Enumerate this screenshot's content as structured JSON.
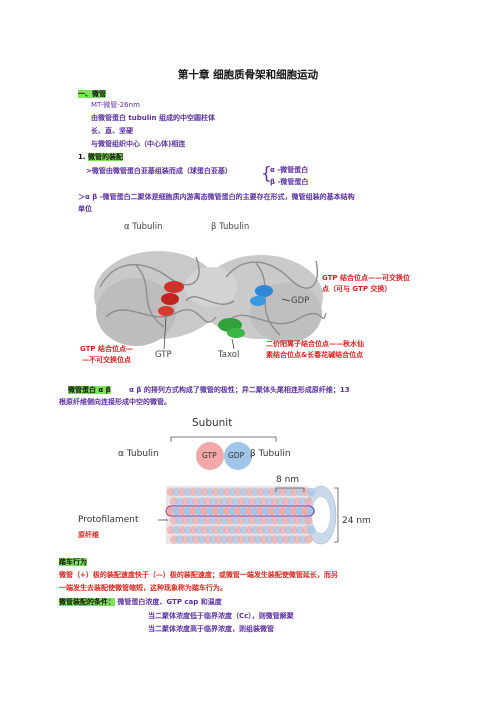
{
  "title": "第十章 细胞质骨架和细胞运动",
  "section1": {
    "heading": "一、微管",
    "lines": [
      "MT-微管-26nm",
      "由微管蛋白 tubulin 组成的中空圆柱体",
      "长、直、坚硬",
      "与微管组织中心（中心体)相连"
    ]
  },
  "assembly": {
    "heading_num": "1.",
    "heading": "微管的装配",
    "line1": ">微管由微管蛋白亚基组装而成（球蛋白亚基）",
    "brace_items": [
      "α -微管蛋白",
      "β -微管蛋白"
    ],
    "line2a": "＞α β -微管蛋白二聚体是细胞质内游离态微管蛋白的主要存在形式，微管组装的基本结构",
    "line2b": "单位"
  },
  "figure1": {
    "label_alpha": "α Tubulin",
    "label_beta": "β Tubulin",
    "label_gdp": "GDP",
    "label_gtp": "GTP",
    "label_taxol": "Taxol",
    "annot_exchange_1": "GTP 结合位点——可交换位",
    "annot_exchange_2": "点（可与 GTP 交换）",
    "annot_nonexchange_1": "GTP 结合位点—",
    "annot_nonexchange_2": "—不可交换位点",
    "annot_divalent_1": "二价阳离子结合位点——秋水仙",
    "annot_divalent_2": "素结合位点&长春花碱结合位点"
  },
  "polarity": {
    "tag": "微管蛋白 α β",
    "text_a": "α β 的排列方式构成了微管的极性；异二聚体头尾相连形成原纤维；13",
    "text_b": "根原纤维侧向连接形成中空的微管。"
  },
  "figure2": {
    "subunit": "Subunit",
    "label_alpha": "α Tubulin",
    "label_beta": "β Tubulin",
    "gtp": "GTP",
    "gdp": "GDP",
    "nm8": "8 nm",
    "nm24": "24 nm",
    "protofilament": "Protofilament",
    "protofilament_cn": "原纤维",
    "colors": {
      "alpha": "#f2a8a8",
      "beta": "#9fc6ea"
    }
  },
  "treadmill": {
    "heading": "踏车行为",
    "line1": "微管（+）极的装配速度快于（—）极的装配速度；或微管一端发生装配使微管延长，而另",
    "line2": "一端发生去装配使微管缩短，这种现象称为踏车行为。",
    "cond_tag": "微管装配的条件：",
    "cond_text": "微管蛋白浓度、GTP cap 和温度",
    "cond_line2": "当二聚体浓度低于临界浓度（Cc），则微管解聚",
    "cond_line3": "当二聚体浓度高于临界浓度，则组装微管"
  }
}
